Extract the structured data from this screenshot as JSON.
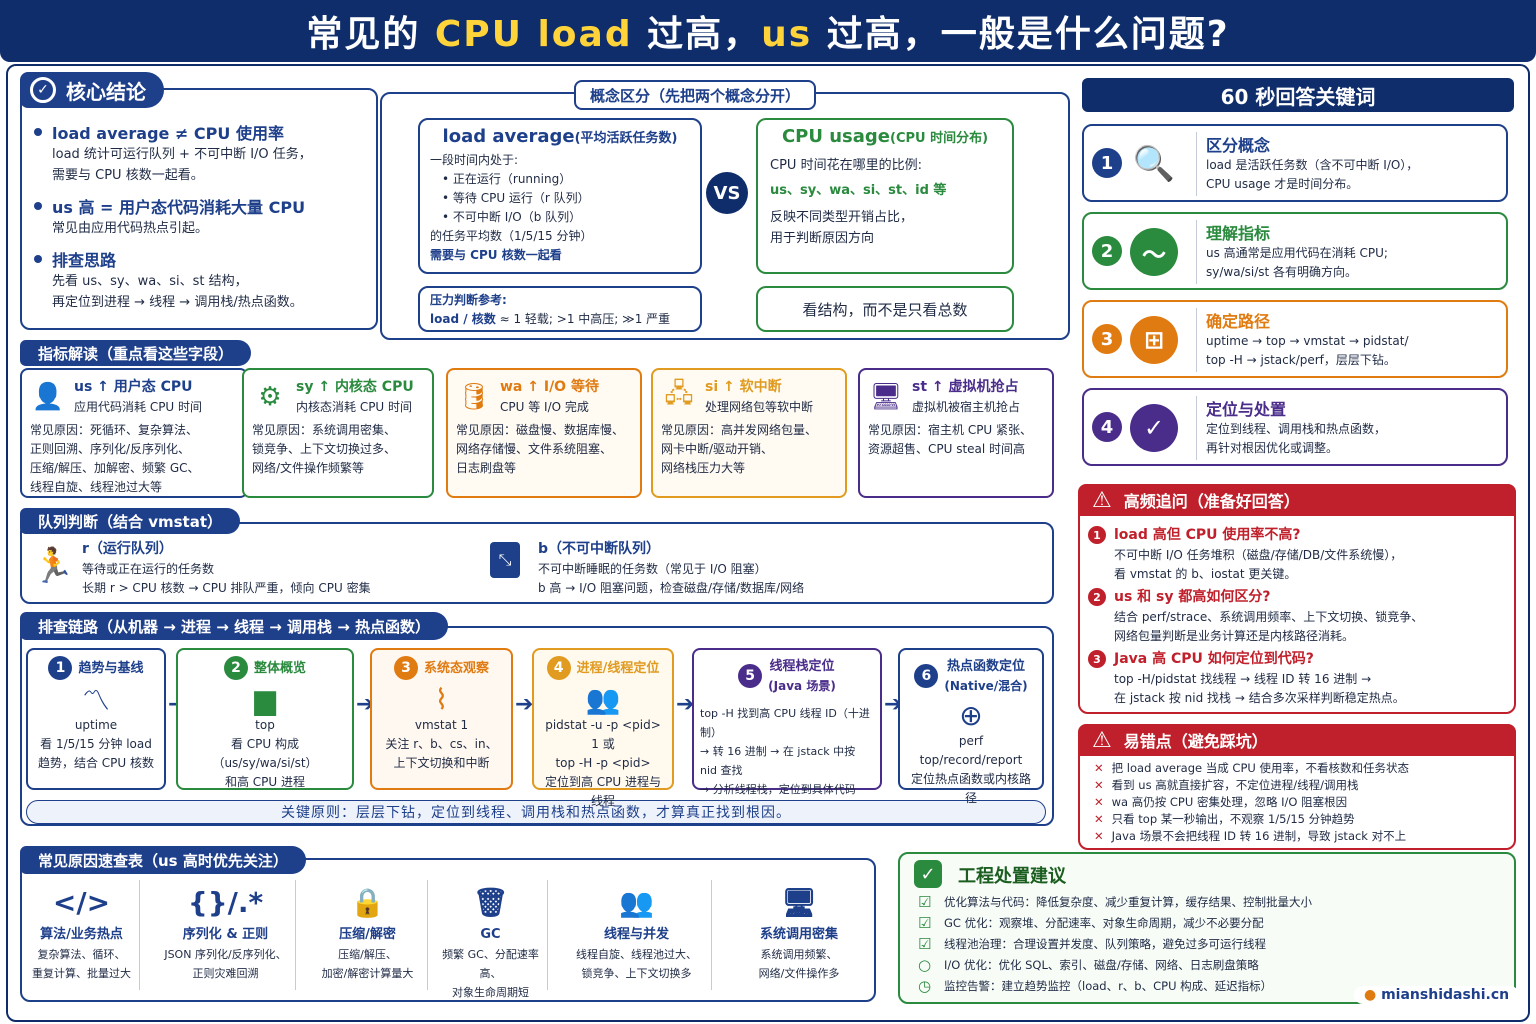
{
  "title": {
    "pre": "常见的 ",
    "cpu": "CPU load",
    "mid": " 过高，",
    "us": "us",
    "post": " 过高，一般是什么问题?"
  },
  "core": {
    "heading": "核心结论",
    "items": [
      {
        "title": "load average ≠ CPU 使用率",
        "l1": "load 统计可运行队列 + 不可中断 I/O 任务，",
        "l2": "需要与 CPU 核数一起看。"
      },
      {
        "title": "us 高 = 用户态代码消耗大量 CPU",
        "l1": "常见由应用代码热点引起。",
        "l2": ""
      },
      {
        "title": "排查思路",
        "l1": "先看 us、sy、wa、si、st 结构，",
        "l2": "再定位到进程 → 线程 → 调用栈/热点函数。"
      }
    ]
  },
  "concept": {
    "heading": "概念区分（先把两个概念分开）",
    "vs": "VS",
    "load": {
      "title": "load average",
      "sub": "(平均活跃任务数)",
      "intro": "一段时间内处于:",
      "b1": "• 正在运行（running）",
      "b2": "• 等待 CPU 运行（r 队列）",
      "b3": "• 不可中断 I/O（b 队列）",
      "avg": "的任务平均数（1/5/15 分钟）",
      "key": "需要与 CPU 核数一起看"
    },
    "press": {
      "title": "压力判断参考:",
      "f1": "load / 核数",
      "f2": " ≈ 1 轻载; >1 中高压; ≫1 严重"
    },
    "usage": {
      "title": "CPU usage",
      "sub": "(CPU 时间分布)",
      "intro": "CPU 时间花在哪里的比例:",
      "fields": "us、sy、wa、si、st、id 等",
      "d1": "反映不同类型开销占比，",
      "d2": "用于判断原因方向"
    },
    "struct": "看结构，而不是只看总数"
  },
  "metrics": {
    "heading": "指标解读（重点看这些字段）",
    "cards": [
      {
        "name": "us ↑ 用户态 CPU",
        "desc": "应用代码消耗 CPU 时间",
        "causes": [
          "常见原因：死循环、复杂算法、",
          "正则回溯、序列化/反序列化、",
          "压缩/解压、加解密、频繁 GC、",
          "线程自旋、线程池过大等"
        ],
        "color": "#1e3f8a",
        "bg": "#ffffff"
      },
      {
        "name": "sy ↑ 内核态 CPU",
        "desc": "内核态消耗 CPU 时间",
        "causes": [
          "常见原因：系统调用密集、",
          "锁竞争、上下文切换过多、",
          "网络/文件操作频繁等"
        ],
        "color": "#2a8a3e",
        "bg": "#ffffff"
      },
      {
        "name": "wa ↑ I/O 等待",
        "desc": "CPU 等 I/O 完成",
        "causes": [
          "常见原因：磁盘慢、数据库慢、",
          "网络存储慢、文件系统阻塞、",
          "日志刷盘等"
        ],
        "color": "#e07b12",
        "bg": "#fffaf2"
      },
      {
        "name": "si ↑ 软中断",
        "desc": "处理网络包等软中断",
        "causes": [
          "常见原因：高并发网络包量、",
          "网卡中断/驱动开销、",
          "网络栈压力大等"
        ],
        "color": "#e09b20",
        "bg": "#fffbf3"
      },
      {
        "name": "st ↑ 虚拟机抢占",
        "desc": "虚拟机被宿主机抢占",
        "causes": [
          "常见原因：宿主机 CPU 紧张、",
          "资源超售、CPU steal 时间高"
        ],
        "color": "#4a2c8a",
        "bg": "#ffffff"
      }
    ]
  },
  "queue": {
    "heading": "队列判断（结合 vmstat）",
    "r": {
      "title": "r（运行队列）",
      "l1": "等待或正在运行的任务数",
      "l2": "长期 r > CPU 核数 → CPU 排队严重，倾向 CPU 密集"
    },
    "b": {
      "title": "b（不可中断队列）",
      "l1": "不可中断睡眠的任务数（常见于 I/O 阻塞）",
      "l2": "b 高 → I/O 阻塞问题，检查磁盘/存储/数据库/网络"
    }
  },
  "chain": {
    "heading": "排查链路（从机器 → 进程 → 线程 → 调用栈 → 热点函数）",
    "steps": [
      {
        "n": "1",
        "title": "趋势与基线",
        "title2": "",
        "cmd": "uptime",
        "d1": "看 1/5/15 分钟 load",
        "d2": "趋势，结合 CPU 核数",
        "color": "#1e3f8a",
        "bg": "#ffffff"
      },
      {
        "n": "2",
        "title": "整体概览",
        "title2": "",
        "cmd": "top",
        "d1": "看 CPU 构成（us/sy/wa/si/st）",
        "d2": "和高 CPU 进程",
        "color": "#2a8a3e",
        "bg": "#ffffff"
      },
      {
        "n": "3",
        "title": "系统态观察",
        "title2": "",
        "cmd": "vmstat 1",
        "d1": "关注 r、b、cs、in、",
        "d2": "上下文切换和中断",
        "color": "#e07b12",
        "bg": "#fff8f0"
      },
      {
        "n": "4",
        "title": "进程/线程定位",
        "title2": "",
        "cmd": "pidstat -u -p <pid> 1 或",
        "d1": "top -H -p <pid>",
        "d2": "定位到高 CPU 进程与线程",
        "color": "#e09b20",
        "bg": "#fff9ee"
      },
      {
        "n": "5",
        "title": "线程栈定位",
        "title2": "(Java 场景)",
        "cmd": "top -H 找到高 CPU 线程 ID（十进制）",
        "d1": "→ 转 16 进制 → 在 jstack 中按 nid 查找",
        "d2": "→ 分析线程栈，定位到具体代码",
        "color": "#4a2c8a",
        "bg": "#ffffff"
      },
      {
        "n": "6",
        "title": "热点函数定位",
        "title2": "(Native/混合)",
        "cmd": "perf top/record/report",
        "d1": "定位热点函数或内核路径",
        "d2": "",
        "color": "#1e3f8a",
        "bg": "#ffffff"
      }
    ],
    "principle": "关键原则：层层下钻，定位到线程、调用栈和热点函数，才算真正找到根因。"
  },
  "causes": {
    "heading": "常见原因速查表（us 高时优先关注）",
    "items": [
      {
        "title": "算法/业务热点",
        "glyph": "</>",
        "l1": "复杂算法、循环、",
        "l2": "重复计算、批量过大"
      },
      {
        "title": "序列化 & 正则",
        "glyph": "{}/.*",
        "l1": "JSON 序列化/反序列化、",
        "l2": "正则灾难回溯"
      },
      {
        "title": "压缩/解密",
        "glyph": "🔒",
        "l1": "压缩/解压、",
        "l2": "加密/解密计算量大"
      },
      {
        "title": "GC",
        "glyph": "🗑",
        "l1": "频繁 GC、分配速率高、",
        "l2": "对象生命周期短"
      },
      {
        "title": "线程与并发",
        "glyph": "👥",
        "l1": "线程自旋、线程池过大、",
        "l2": "锁竞争、上下文切换多"
      },
      {
        "title": "系统调用密集",
        "glyph": "🖥",
        "l1": "系统调用频繁、",
        "l2": "网络/文件操作多"
      }
    ]
  },
  "answer": {
    "heading": "60 秒回答关键词",
    "items": [
      {
        "n": "1",
        "title": "区分概念",
        "l1": "load 是活跃任务数（含不可中断 I/O），",
        "l2": "CPU usage 才是时间分布。",
        "color": "#1e3f8a"
      },
      {
        "n": "2",
        "title": "理解指标",
        "l1": "us 高通常是应用代码在消耗 CPU;",
        "l2": "sy/wa/si/st 各有明确方向。",
        "color": "#2a8a3e"
      },
      {
        "n": "3",
        "title": "确定路径",
        "l1": "uptime → top → vmstat → pidstat/",
        "l2": "top -H → jstack/perf，层层下钻。",
        "color": "#e07b12"
      },
      {
        "n": "4",
        "title": "定位与处置",
        "l1": "定位到线程、调用栈和热点函数，",
        "l2": "再针对根因优化或调整。",
        "color": "#4a2c8a"
      }
    ]
  },
  "faq": {
    "heading": "高频追问（准备好回答）",
    "items": [
      {
        "n": "1",
        "q": "load 高但 CPU 使用率不高?",
        "a1": "不可中断 I/O 任务堆积（磁盘/存储/DB/文件系统慢），",
        "a2": "看 vmstat 的 b、iostat 更关键。"
      },
      {
        "n": "2",
        "q": "us 和 sy 都高如何区分?",
        "a1": "结合 perf/strace、系统调用频率、上下文切换、锁竞争、",
        "a2": "网络包量判断是业务计算还是内核路径消耗。"
      },
      {
        "n": "3",
        "q": "Java 高 CPU 如何定位到代码?",
        "a1": "top -H/pidstat 找线程 → 线程 ID 转 16 进制 →",
        "a2": "在 jstack 按 nid 找栈 → 结合多次采样判断稳定热点。"
      }
    ]
  },
  "pitfalls": {
    "heading": "易错点（避免踩坑）",
    "items": [
      "把 load average 当成 CPU 使用率，不看核数和任务状态",
      "看到 us 高就直接扩容，不定位进程/线程/调用栈",
      "wa 高仍按 CPU 密集处理，忽略 I/O 阻塞根因",
      "只看 top 某一秒输出，不观察 1/5/15 分钟趋势",
      "Java 场景不会把线程 ID 转 16 进制，导致 jstack 对不上"
    ]
  },
  "eng": {
    "heading": "工程处置建议",
    "items": [
      "优化算法与代码：降低复杂度、减少重复计算，缓存结果、控制批量大小",
      "GC 优化：观察堆、分配速率、对象生命周期，减少不必要分配",
      "线程池治理：合理设置并发度、队列策略，避免过多可运行线程",
      "I/O 优化：优化 SQL、索引、磁盘/存储、网络、日志刷盘策略",
      "监控告警：建立趋势监控（load、r、b、CPU 构成、延迟指标）"
    ]
  },
  "watermark": "mianshidashi.cn"
}
